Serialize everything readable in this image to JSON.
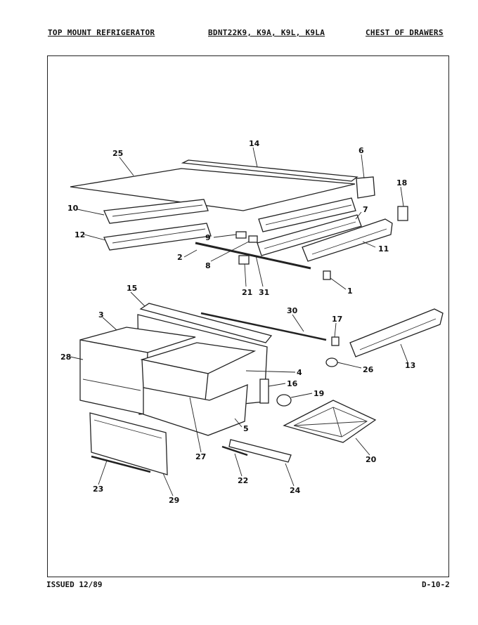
{
  "header": {
    "left": "TOP MOUNT REFRIGERATOR",
    "center": "BDNT22K9, K9A, K9L, K9LA",
    "right": "CHEST OF DRAWERS"
  },
  "footer": {
    "left": "ISSUED 12/89",
    "right": "D-10-2"
  },
  "callouts": [
    "1",
    "2",
    "3",
    "4",
    "5",
    "6",
    "7",
    "8",
    "9",
    "10",
    "11",
    "12",
    "13",
    "14",
    "15",
    "16",
    "17",
    "18",
    "19",
    "20",
    "21",
    "22",
    "23",
    "24",
    "25",
    "26",
    "27",
    "28",
    "29",
    "30",
    "31"
  ]
}
